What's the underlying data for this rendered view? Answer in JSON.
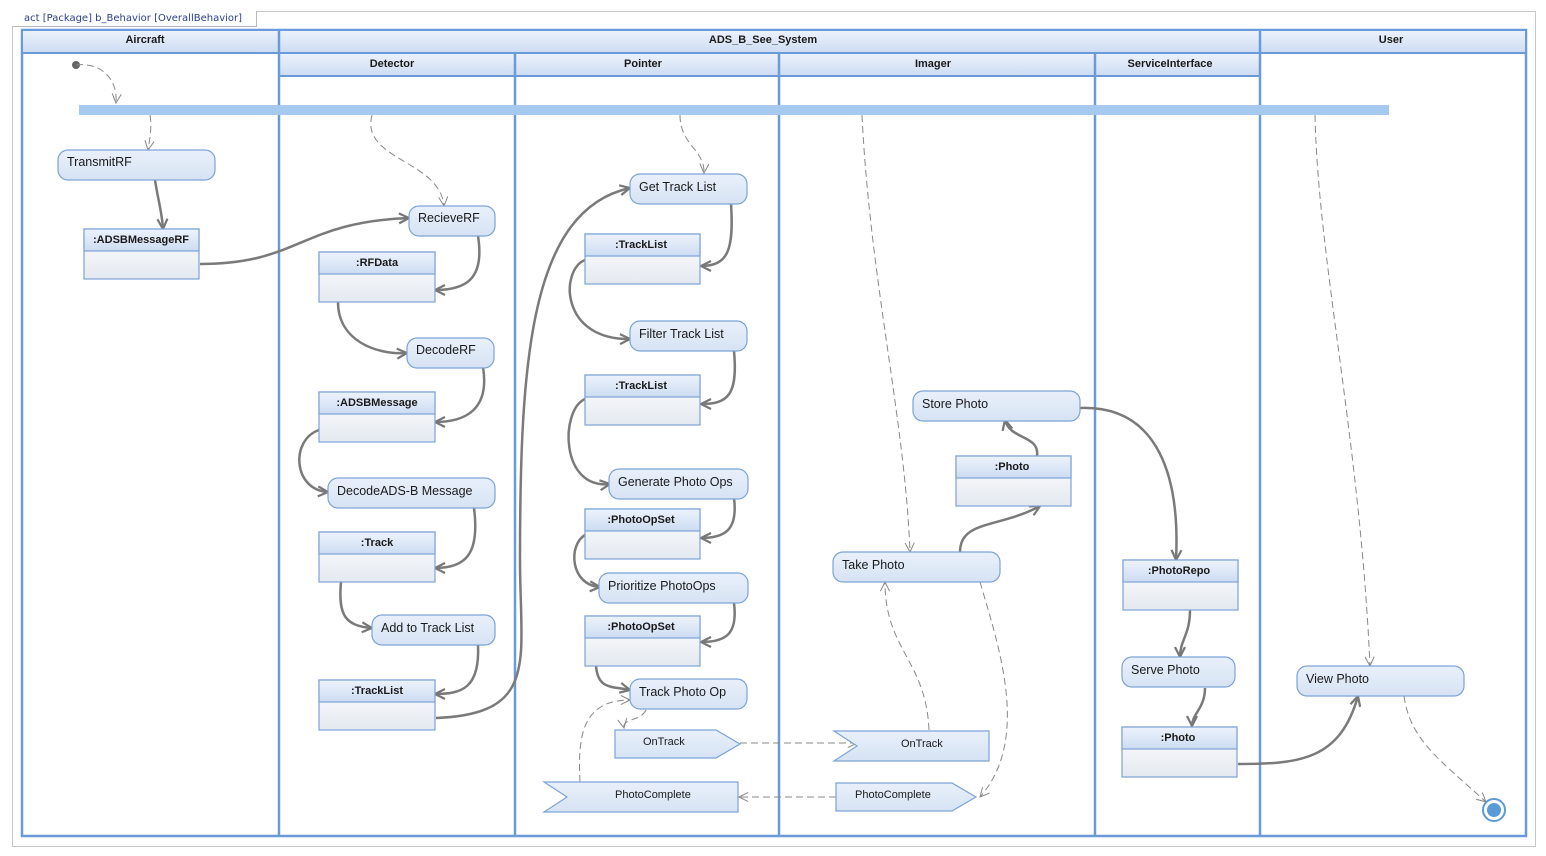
{
  "diagram_title": "act [Package] b_Behavior [OverallBehavior]",
  "colors": {
    "lane_border": "#6a9bd8",
    "header_fill": "#dbe7f7",
    "node_fill": "#dde8f6",
    "node_border": "#7ca3d6",
    "fork_bar": "#a6c9ef",
    "edge": "#7a7a7a"
  },
  "partitions": {
    "aircraft": "Aircraft",
    "system": "ADS_B_See_System",
    "user": "User",
    "detector": "Detector",
    "pointer": "Pointer",
    "imager": "Imager",
    "service_interface": "ServiceInterface"
  },
  "actions": {
    "transmit_rf": "TransmitRF",
    "recieve_rf": "RecieveRF",
    "decode_rf": "DecodeRF",
    "decode_adsb": "DecodeADS-B Message",
    "add_track_list": "Add to Track List",
    "get_track_list": "Get Track List",
    "filter_track_list": "Filter Track List",
    "generate_photo_ops": "Generate Photo Ops",
    "prioritize_photo_ops": "Prioritize PhotoOps",
    "track_photo_op": "Track Photo Op",
    "store_photo": "Store Photo",
    "take_photo": "Take Photo",
    "serve_photo": "Serve Photo",
    "view_photo": "View Photo"
  },
  "object_nodes": {
    "adsb_message_rf": ":ADSBMessageRF",
    "rf_data": ":RFData",
    "adsb_message": ":ADSBMessage",
    "track": ":Track",
    "tracklist_detector": ":TrackList",
    "tracklist_pointer_1": ":TrackList",
    "tracklist_pointer_2": ":TrackList",
    "photo_op_set_1": ":PhotoOpSet",
    "photo_op_set_2": ":PhotoOpSet",
    "photo_imager": ":Photo",
    "photo_repo": ":PhotoRepo",
    "photo_service": ":Photo"
  },
  "signals": {
    "send_on_track": "OnTrack",
    "accept_on_track": "OnTrack",
    "accept_photo_complete": "PhotoComplete",
    "send_photo_complete": "PhotoComplete"
  }
}
